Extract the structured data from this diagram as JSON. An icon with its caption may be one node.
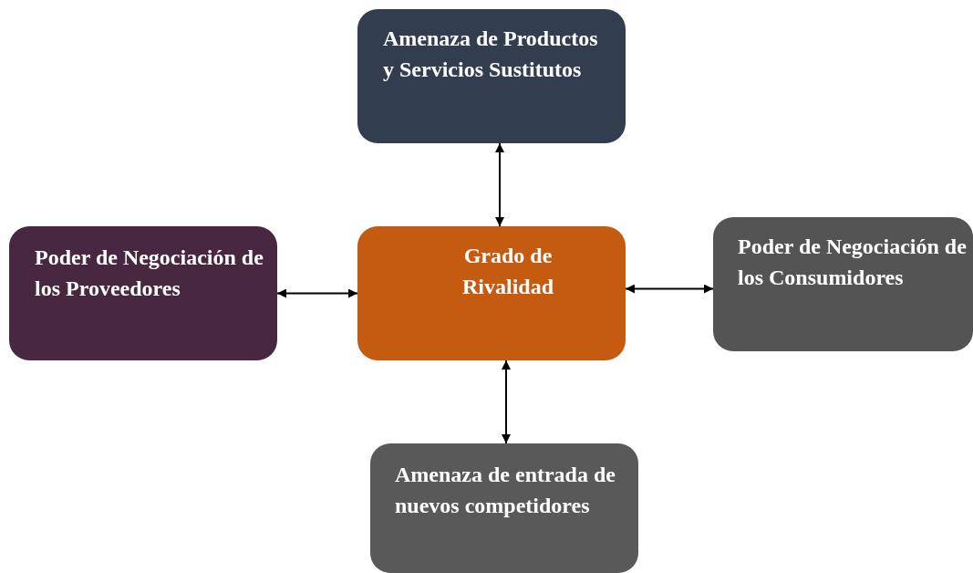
{
  "diagram": {
    "nodes": [
      {
        "text": [
          "Amenaza de Productos y Servicios Sustitutos"
        ]
      },
      {
        "text": [
          "Poder de Negociación de los Proveedores"
        ]
      },
      {
        "text": [
          "Grado de Rivalidad"
        ]
      },
      {
        "text": [
          "Poder de Negociación de los Consumidores"
        ]
      },
      {
        "text": [
          "Amenaza de entrada de nuevos competidores"
        ]
      }
    ],
    "edges": [
      {
        "from": 2,
        "to": 0,
        "arrow": "both"
      },
      {
        "from": 1,
        "to": 2,
        "arrow": "both"
      },
      {
        "from": 2,
        "to": 3,
        "arrow": "both"
      },
      {
        "from": 2,
        "to": 4,
        "arrow": "both"
      }
    ]
  }
}
